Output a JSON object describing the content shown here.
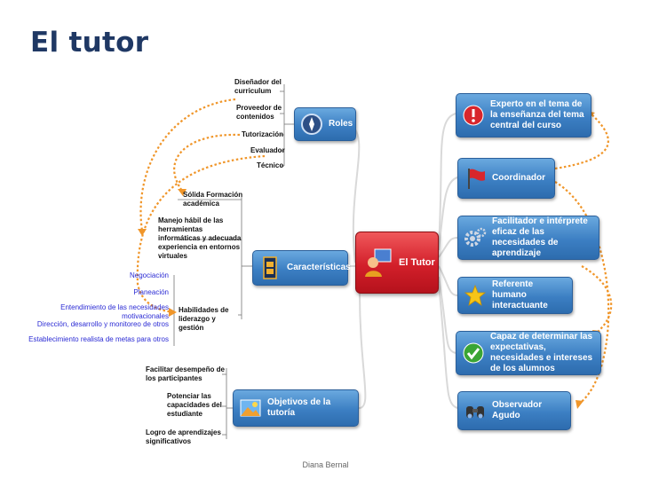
{
  "title": "El tutor",
  "center": {
    "label": "El Tutor",
    "icon": "person-computer-icon"
  },
  "left_nodes": [
    {
      "label": "Roles",
      "icon": "compass-icon"
    },
    {
      "label": "Características",
      "icon": "film-icon"
    },
    {
      "label": "Objetivos de la tutoría",
      "icon": "landscape-icon"
    }
  ],
  "right_nodes": [
    {
      "label": "Experto en el tema de la enseñanza del tema central del curso",
      "icon": "warning-icon"
    },
    {
      "label": "Coordinador",
      "icon": "flag-icon"
    },
    {
      "label": "Facilitador e intérprete eficaz de las necesidades de aprendizaje",
      "icon": "gears-icon"
    },
    {
      "label": "Referente humano interactuante",
      "icon": "star-icon"
    },
    {
      "label": "Capaz de determinar las expectativas, necesidades e intereses de los alumnos",
      "icon": "checkmark-icon"
    },
    {
      "label": "Observador Agudo",
      "icon": "binoculars-icon"
    }
  ],
  "roles": [
    "Diseñador del curriculum",
    "Proveedor de contenidos",
    "Tutorización",
    "Evaluador",
    "Técnico"
  ],
  "caracteristicas": [
    "Sólida Formación académica",
    "Manejo hábil de las herramientas informáticas y adecuada experiencia en entornos virtuales",
    "Habilidades de liderazgo y gestión"
  ],
  "habilidades": [
    "Negociación",
    "Planeación",
    "Entendimiento de las necesidades motivacionales",
    "Dirección, desarrollo y monitoreo de otros",
    "Establecimiento realista de metas para otros"
  ],
  "objetivos": [
    "Facilitar desempeño de los participantes",
    "Potenciar las capacidades del estudiante",
    "Logro de aprendizajes significativos"
  ],
  "footer": "Diana Bernal",
  "colors": {
    "title": "#1f3864",
    "node": "#3c7fc3",
    "center": "#d21f2a",
    "orange": "#f0962a",
    "link": "#2a2ad4"
  }
}
